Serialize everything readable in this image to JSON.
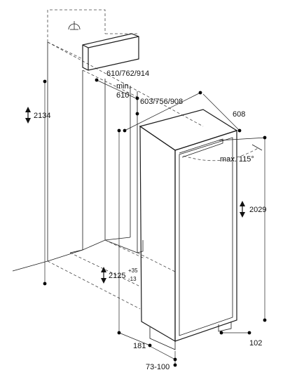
{
  "diagram": {
    "labels": {
      "width_options": "610/762/914",
      "min_label": "min.",
      "min_value": "610",
      "niche_widths": "603/756/908",
      "depth": "608",
      "max_angle": "max. 115°",
      "height_total": "2134",
      "appliance_height": "2029",
      "niche_height": "2125",
      "niche_tol_plus": "+35",
      "niche_tol_minus": "-13",
      "base_left": "181",
      "base_right": "102",
      "plinth": "73-100"
    }
  }
}
